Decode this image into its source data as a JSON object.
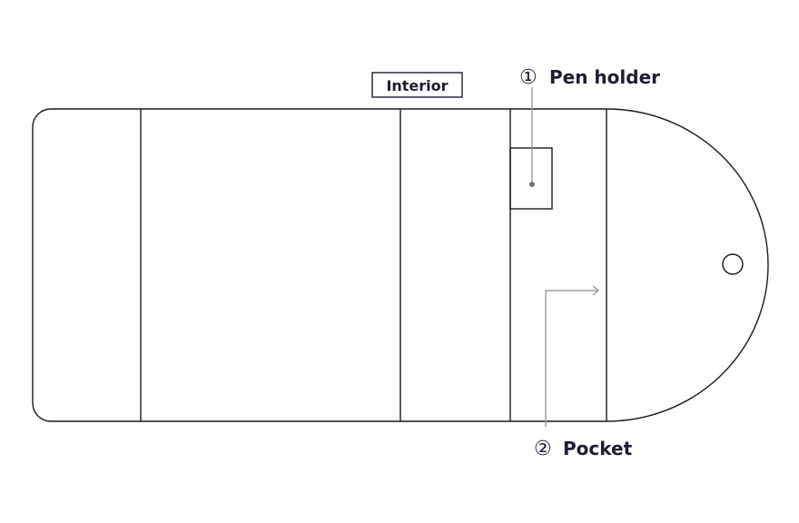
{
  "title_box": {
    "label": "Interior"
  },
  "callouts": [
    {
      "number": "①",
      "label": "Pen holder"
    },
    {
      "number": "②",
      "label": "Pocket"
    }
  ],
  "colors": {
    "outline": "#1a1a1a",
    "text": "#1e1c30",
    "leader": "#9a98a6",
    "dot": "#75737f"
  }
}
